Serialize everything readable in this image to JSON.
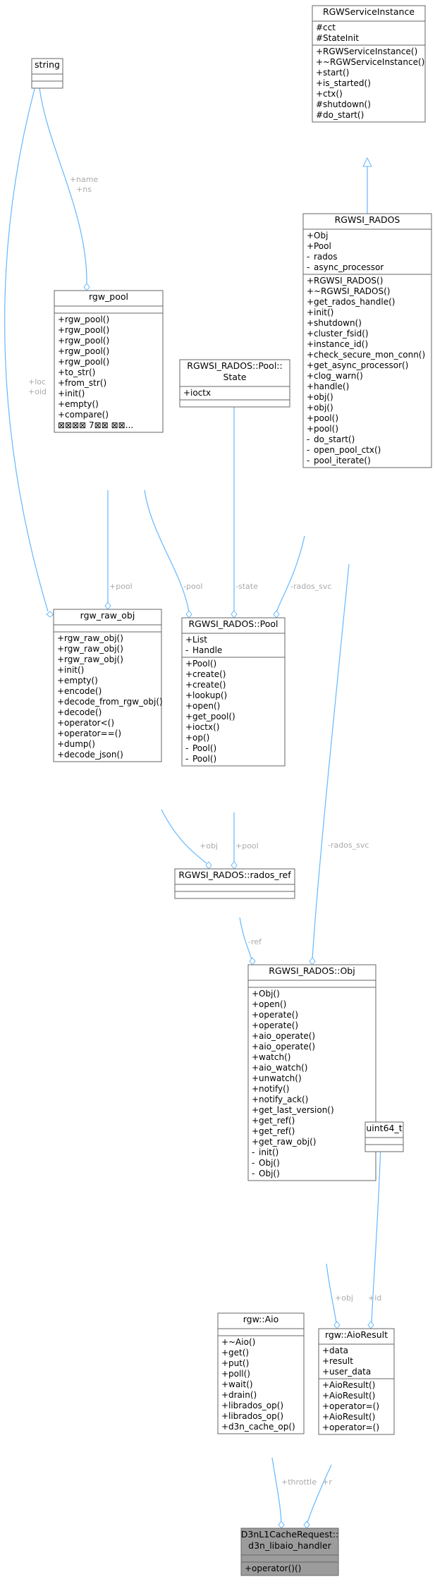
{
  "classes": {
    "rgwserviceinstance": {
      "title": [
        "RGWServiceInstance"
      ],
      "sections": [
        [
          [
            "#",
            "cct"
          ],
          [
            "#",
            "StateInit"
          ]
        ],
        [
          [
            "+",
            "RGWServiceInstance()"
          ],
          [
            "+",
            "~RGWServiceInstance()"
          ],
          [
            "+",
            "start()"
          ],
          [
            "+",
            "is_started()"
          ],
          [
            "+",
            "ctx()"
          ],
          [
            "#",
            "shutdown()"
          ],
          [
            "#",
            "do_start()"
          ]
        ]
      ]
    },
    "string": {
      "title": [
        "string"
      ],
      "sections": [
        [],
        []
      ]
    },
    "rgwsi_rados": {
      "title": [
        "RGWSI_RADOS"
      ],
      "sections": [
        [
          [
            "+",
            "Obj"
          ],
          [
            "+",
            "Pool"
          ],
          [
            "-",
            "rados"
          ],
          [
            "-",
            "async_processor"
          ]
        ],
        [
          [
            "+",
            "RGWSI_RADOS()"
          ],
          [
            "+",
            "~RGWSI_RADOS()"
          ],
          [
            "+",
            "get_rados_handle()"
          ],
          [
            "+",
            "init()"
          ],
          [
            "+",
            "shutdown()"
          ],
          [
            "+",
            "cluster_fsid()"
          ],
          [
            "+",
            "instance_id()"
          ],
          [
            "+",
            "check_secure_mon_conn()"
          ],
          [
            "+",
            "get_async_processor()"
          ],
          [
            "+",
            "clog_warn()"
          ],
          [
            "+",
            "handle()"
          ],
          [
            "+",
            "obj()"
          ],
          [
            "+",
            "obj()"
          ],
          [
            "+",
            "pool()"
          ],
          [
            "+",
            "pool()"
          ],
          [
            "-",
            "do_start()"
          ],
          [
            "-",
            "open_pool_ctx()"
          ],
          [
            "-",
            "pool_iterate()"
          ]
        ]
      ]
    },
    "rgw_pool": {
      "title": [
        "rgw_pool"
      ],
      "sections": [
        [],
        [
          [
            "+",
            "rgw_pool()"
          ],
          [
            "+",
            "rgw_pool()"
          ],
          [
            "+",
            "rgw_pool()"
          ],
          [
            "+",
            "rgw_pool()"
          ],
          [
            "+",
            "rgw_pool()"
          ],
          [
            "+",
            "to_str()"
          ],
          [
            "+",
            "from_str()"
          ],
          [
            "+",
            "init()"
          ],
          [
            "+",
            "empty()"
          ],
          [
            "+",
            "compare()"
          ],
          [
            "",
            "⊠⊠⊠⊠ 7⊠⊠ ⊠⊠..."
          ]
        ]
      ]
    },
    "pool_state": {
      "title": [
        "RGWSI_RADOS::Pool::",
        "State"
      ],
      "sections": [
        [
          [
            "+",
            "ioctx"
          ]
        ],
        []
      ]
    },
    "pool": {
      "title": [
        "RGWSI_RADOS::Pool"
      ],
      "sections": [
        [
          [
            "+",
            "List"
          ],
          [
            "-",
            "Handle"
          ]
        ],
        [
          [
            "+",
            "Pool()"
          ],
          [
            "+",
            "create()"
          ],
          [
            "+",
            "create()"
          ],
          [
            "+",
            "lookup()"
          ],
          [
            "+",
            "open()"
          ],
          [
            "+",
            "get_pool()"
          ],
          [
            "+",
            "ioctx()"
          ],
          [
            "+",
            "op()"
          ],
          [
            "-",
            "Pool()"
          ],
          [
            "-",
            "Pool()"
          ]
        ]
      ]
    },
    "rgw_raw_obj": {
      "title": [
        "rgw_raw_obj"
      ],
      "sections": [
        [],
        [
          [
            "+",
            "rgw_raw_obj()"
          ],
          [
            "+",
            "rgw_raw_obj()"
          ],
          [
            "+",
            "rgw_raw_obj()"
          ],
          [
            "+",
            "init()"
          ],
          [
            "+",
            "empty()"
          ],
          [
            "+",
            "encode()"
          ],
          [
            "+",
            "decode_from_rgw_obj()"
          ],
          [
            "+",
            "decode()"
          ],
          [
            "+",
            "operator<()"
          ],
          [
            "+",
            "operator==()"
          ],
          [
            "+",
            "dump()"
          ],
          [
            "+",
            "decode_json()"
          ]
        ]
      ]
    },
    "rados_ref": {
      "title": [
        "RGWSI_RADOS::rados_ref"
      ],
      "sections": [
        [],
        []
      ]
    },
    "obj": {
      "title": [
        "RGWSI_RADOS::Obj"
      ],
      "sections": [
        [],
        [
          [
            "+",
            "Obj()"
          ],
          [
            "+",
            "open()"
          ],
          [
            "+",
            "operate()"
          ],
          [
            "+",
            "operate()"
          ],
          [
            "+",
            "aio_operate()"
          ],
          [
            "+",
            "aio_operate()"
          ],
          [
            "+",
            "watch()"
          ],
          [
            "+",
            "aio_watch()"
          ],
          [
            "+",
            "unwatch()"
          ],
          [
            "+",
            "notify()"
          ],
          [
            "+",
            "notify_ack()"
          ],
          [
            "+",
            "get_last_version()"
          ],
          [
            "+",
            "get_ref()"
          ],
          [
            "+",
            "get_ref()"
          ],
          [
            "+",
            "get_raw_obj()"
          ],
          [
            "-",
            "init()"
          ],
          [
            "-",
            "Obj()"
          ],
          [
            "-",
            "Obj()"
          ]
        ]
      ]
    },
    "uint64_t": {
      "title": [
        "uint64_t"
      ],
      "sections": [
        [],
        []
      ]
    },
    "rgw_aio": {
      "title": [
        "rgw::Aio"
      ],
      "sections": [
        [],
        [
          [
            "+",
            "~Aio()"
          ],
          [
            "+",
            "get()"
          ],
          [
            "+",
            "put()"
          ],
          [
            "+",
            "poll()"
          ],
          [
            "+",
            "wait()"
          ],
          [
            "+",
            "drain()"
          ],
          [
            "+",
            "librados_op()"
          ],
          [
            "+",
            "librados_op()"
          ],
          [
            "+",
            "d3n_cache_op()"
          ]
        ]
      ]
    },
    "aioresult": {
      "title": [
        "rgw::AioResult"
      ],
      "sections": [
        [
          [
            "+",
            "data"
          ],
          [
            "+",
            "result"
          ],
          [
            "+",
            "user_data"
          ]
        ],
        [
          [
            "+",
            "AioResult()"
          ],
          [
            "+",
            "AioResult()"
          ],
          [
            "+",
            "operator=()"
          ],
          [
            "+",
            "AioResult()"
          ],
          [
            "+",
            "operator=()"
          ]
        ]
      ]
    },
    "d3n": {
      "title": [
        "D3nL1CacheRequest::",
        "d3n_libaio_handler"
      ],
      "sections": [
        [],
        [
          [
            "+",
            "operator()()"
          ]
        ]
      ]
    }
  },
  "edges": [
    {
      "id": "e-rados-generalization",
      "label": []
    },
    {
      "id": "e-string-rgw_pool",
      "label": [
        "+name",
        "+ns"
      ]
    },
    {
      "id": "e-string-rgw_raw_obj",
      "label": [
        "+loc",
        "+oid"
      ]
    },
    {
      "id": "e-rgw_pool-rgw_raw_obj",
      "label": [
        "+pool"
      ]
    },
    {
      "id": "e-rgw_pool-pool",
      "label": [
        "-pool"
      ]
    },
    {
      "id": "e-state-pool",
      "label": [
        "-state"
      ]
    },
    {
      "id": "e-rados-pool",
      "label": [
        "-rados_svc"
      ]
    },
    {
      "id": "e-rados-obj",
      "label": [
        "-rados_svc"
      ]
    },
    {
      "id": "e-raw_obj-rados_ref",
      "label": [
        "+obj"
      ]
    },
    {
      "id": "e-pool-rados_ref",
      "label": [
        "+pool"
      ]
    },
    {
      "id": "e-rados_ref-obj",
      "label": [
        "-ref"
      ]
    },
    {
      "id": "e-obj-aioresult",
      "label": [
        "+obj"
      ]
    },
    {
      "id": "e-uint64-aioresult",
      "label": [
        "+id"
      ]
    },
    {
      "id": "e-aio-d3n",
      "label": [
        "+throttle"
      ]
    },
    {
      "id": "e-aioresult-d3n",
      "label": [
        "+r"
      ]
    }
  ]
}
